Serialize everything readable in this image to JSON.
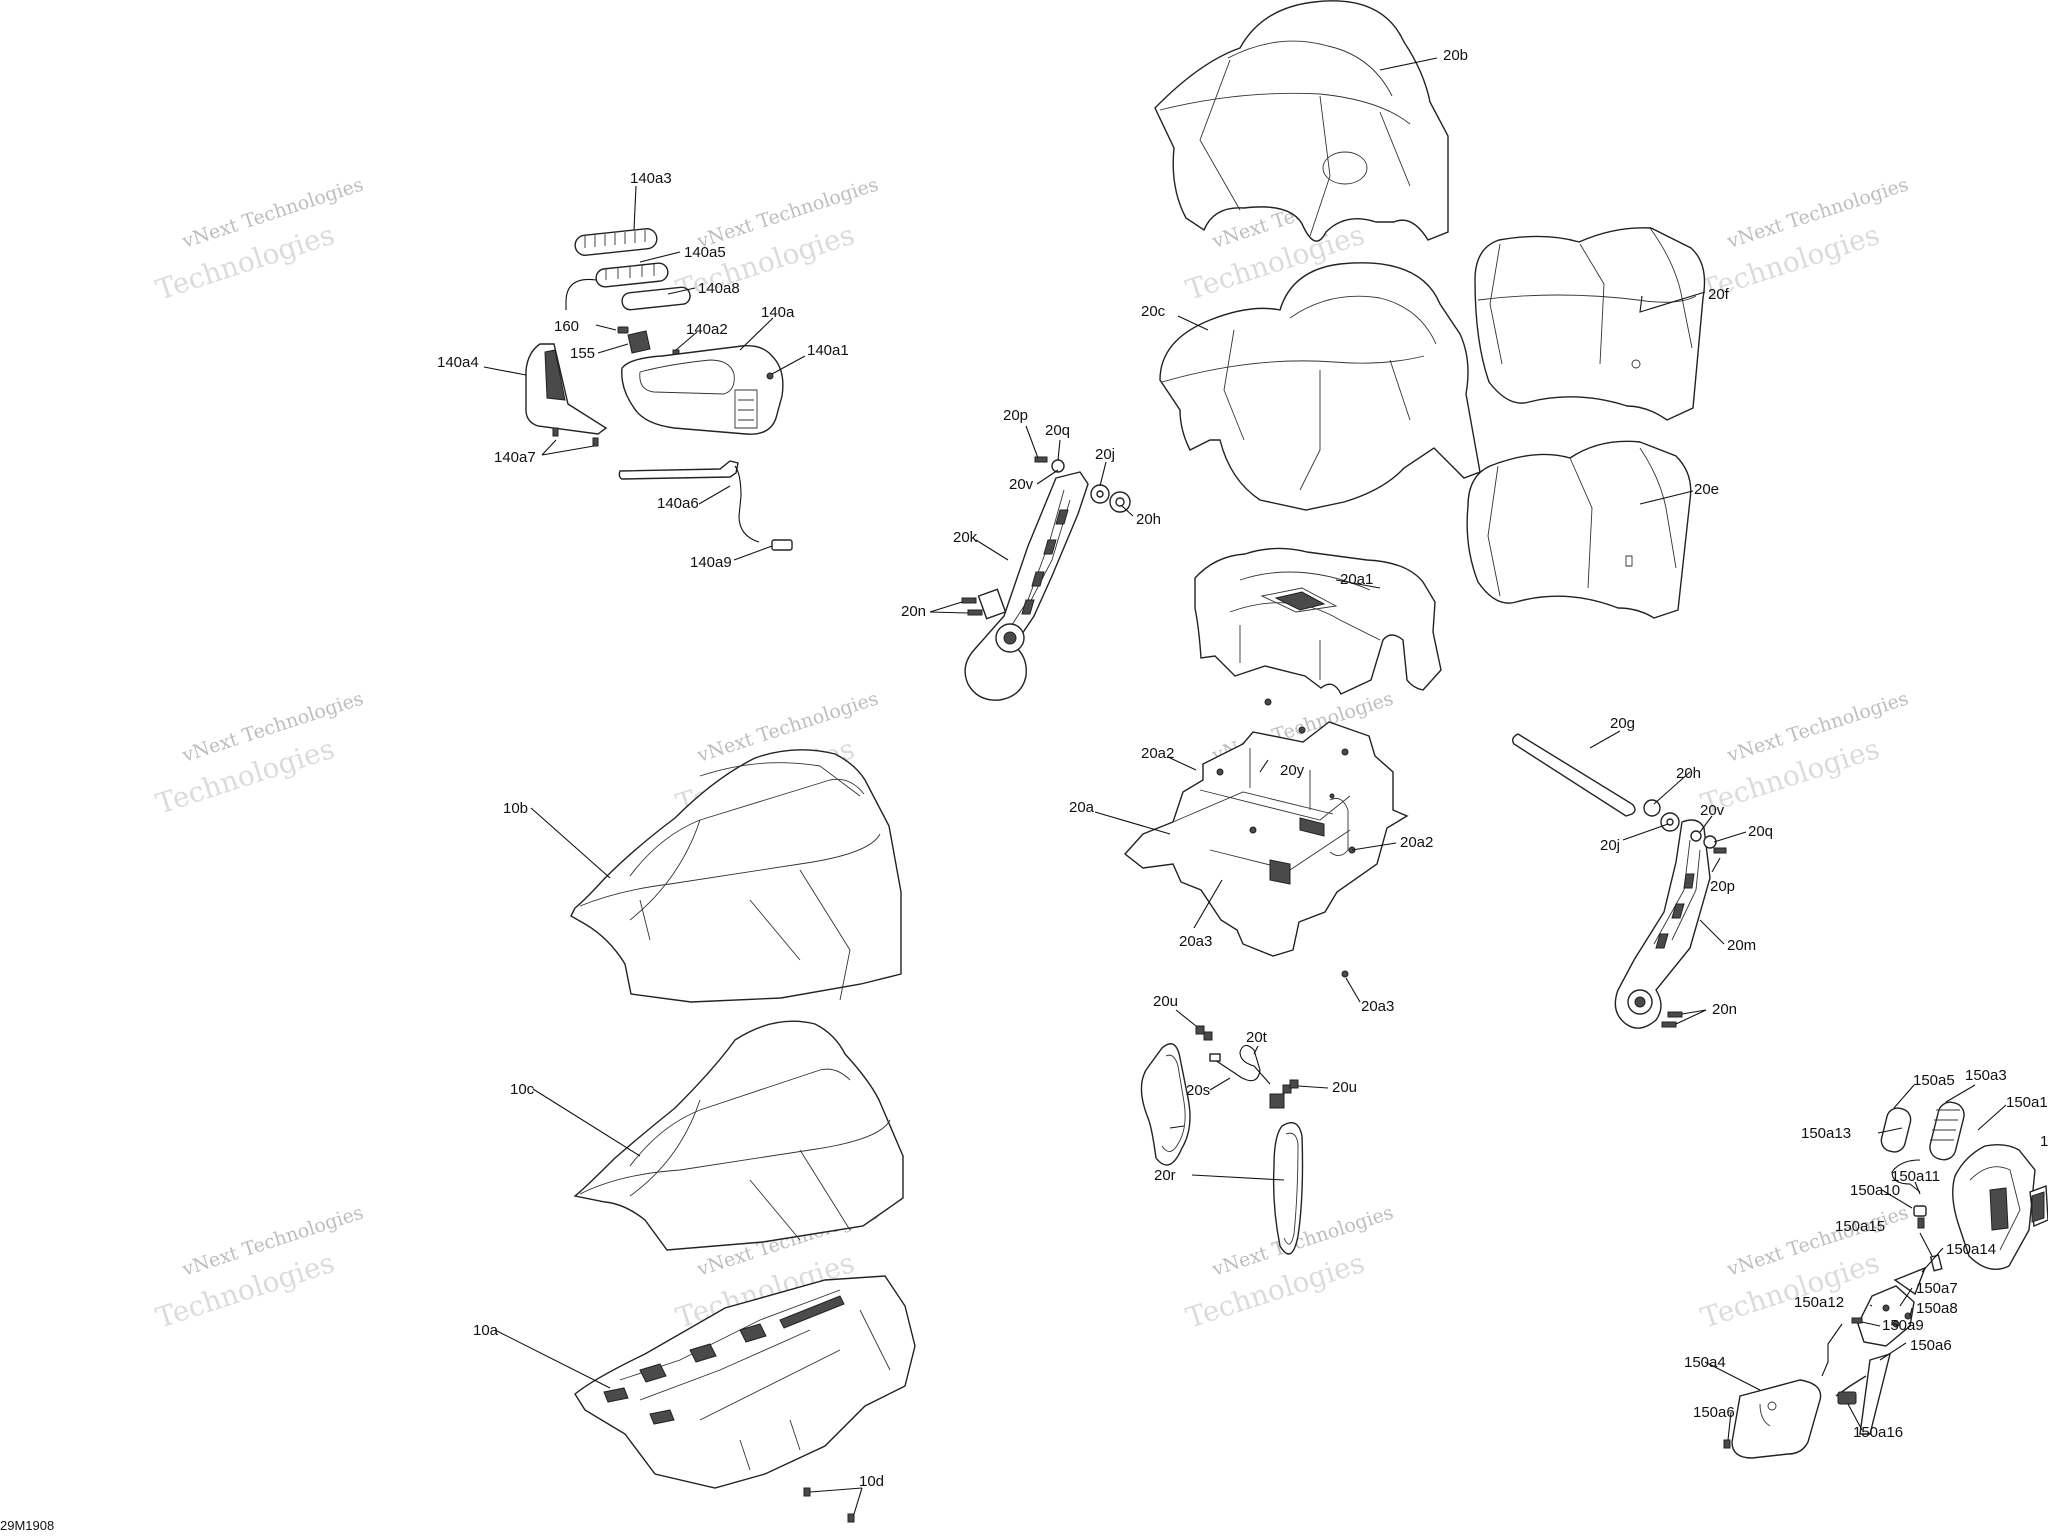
{
  "drawing_code": "29M1908",
  "watermark": {
    "line1": "vNext Technologies",
    "line2": "Technologies"
  },
  "labels": {
    "p140a3": "140a3",
    "p140a5": "140a5",
    "p140a8": "140a8",
    "p160": "160",
    "p155": "155",
    "p140a2": "140a2",
    "p140a": "140a",
    "p140a1": "140a1",
    "p140a4": "140a4",
    "p140a7": "140a7",
    "p140a6": "140a6",
    "p140a9": "140a9",
    "p20b": "20b",
    "p20c": "20c",
    "p20f": "20f",
    "p20e": "20e",
    "p20p": "20p",
    "p20q": "20q",
    "p20j": "20j",
    "p20v": "20v",
    "p20h": "20h",
    "p20k": "20k",
    "p20n": "20n",
    "p20a1": "20a1",
    "p20a2": "20a2",
    "p20y": "20y",
    "p20a": "20a",
    "p20a2b": "20a2",
    "p20a3": "20a3",
    "p20a3b": "20a3",
    "p20g": "20g",
    "p20h2": "20h",
    "p20v2": "20v",
    "p20q2": "20q",
    "p20j2": "20j",
    "p20p2": "20p",
    "p20m": "20m",
    "p20n2": "20n",
    "p20u": "20u",
    "p20t": "20t",
    "p20s": "20s",
    "p20u2": "20u",
    "p20r": "20r",
    "p10b": "10b",
    "p10c": "10c",
    "p10a": "10a",
    "p10d": "10d",
    "p150a5": "150a5",
    "p150a3": "150a3",
    "p150a1": "150a1",
    "p150a13": "150a13",
    "p150a11": "150a11",
    "p150a10": "150a10",
    "p150a15": "150a15",
    "p150a14": "150a14",
    "p150a12": "150a12",
    "p150a7": "150a7",
    "p150a8": "150a8",
    "p150a9": "150a9",
    "p150a6": "150a6",
    "p150a4": "150a4",
    "p150a6b": "150a6",
    "p150a16": "150a16",
    "p1": "1"
  }
}
